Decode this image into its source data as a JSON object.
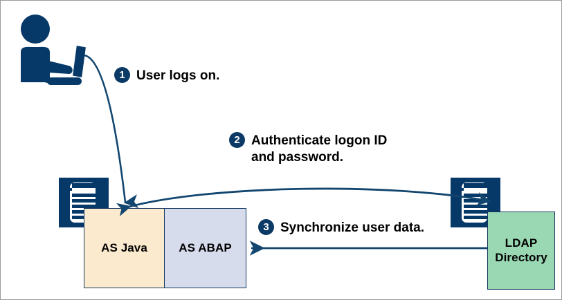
{
  "diagram": {
    "title": "SAP NetWeaver AS Java / AS ABAP LDAP logon and synchronization flow",
    "colors": {
      "navy": "#063868",
      "badge_navy": "#0c3a66",
      "arrow_navy": "#12466f",
      "as_java_fill": "#fbeacd",
      "as_abap_fill": "#d6dcec",
      "ldap_fill": "#9ad8b4",
      "box_border": "#12365e",
      "text": "#000000",
      "page_background": "#ffffff"
    },
    "actors": {
      "user": {
        "icon": "person-at-laptop-icon",
        "description": "User seated at a laptop"
      },
      "java_server": {
        "icon": "server-icon"
      },
      "ldap_server": {
        "icon": "server-icon"
      }
    },
    "boxes": [
      {
        "id": "as-java",
        "label": "AS Java",
        "fill": "#fbeacd"
      },
      {
        "id": "as-abap",
        "label": "AS ABAP",
        "fill": "#d6dcec"
      },
      {
        "id": "ldap",
        "label": "LDAP\nDirectory",
        "label_line1": "LDAP",
        "label_line2": "Directory",
        "fill": "#9ad8b4"
      }
    ],
    "steps": [
      {
        "number": "1",
        "text": "User logs on."
      },
      {
        "number": "2",
        "text": "Authenticate logon ID\nand password."
      },
      {
        "number": "3",
        "text": "Synchronize user data."
      }
    ],
    "arrows": [
      {
        "id": "arrow-user-to-java",
        "from": "user",
        "to": "as-java",
        "style": "curved",
        "heads": "end",
        "step": "1"
      },
      {
        "id": "arrow-java-to-ldap",
        "from": "as-java",
        "to": "ldap",
        "style": "curved",
        "heads": "both",
        "step": "2"
      },
      {
        "id": "arrow-ldap-to-abap",
        "from": "ldap",
        "to": "as-abap",
        "style": "straight",
        "heads": "end",
        "step": "3"
      }
    ]
  }
}
